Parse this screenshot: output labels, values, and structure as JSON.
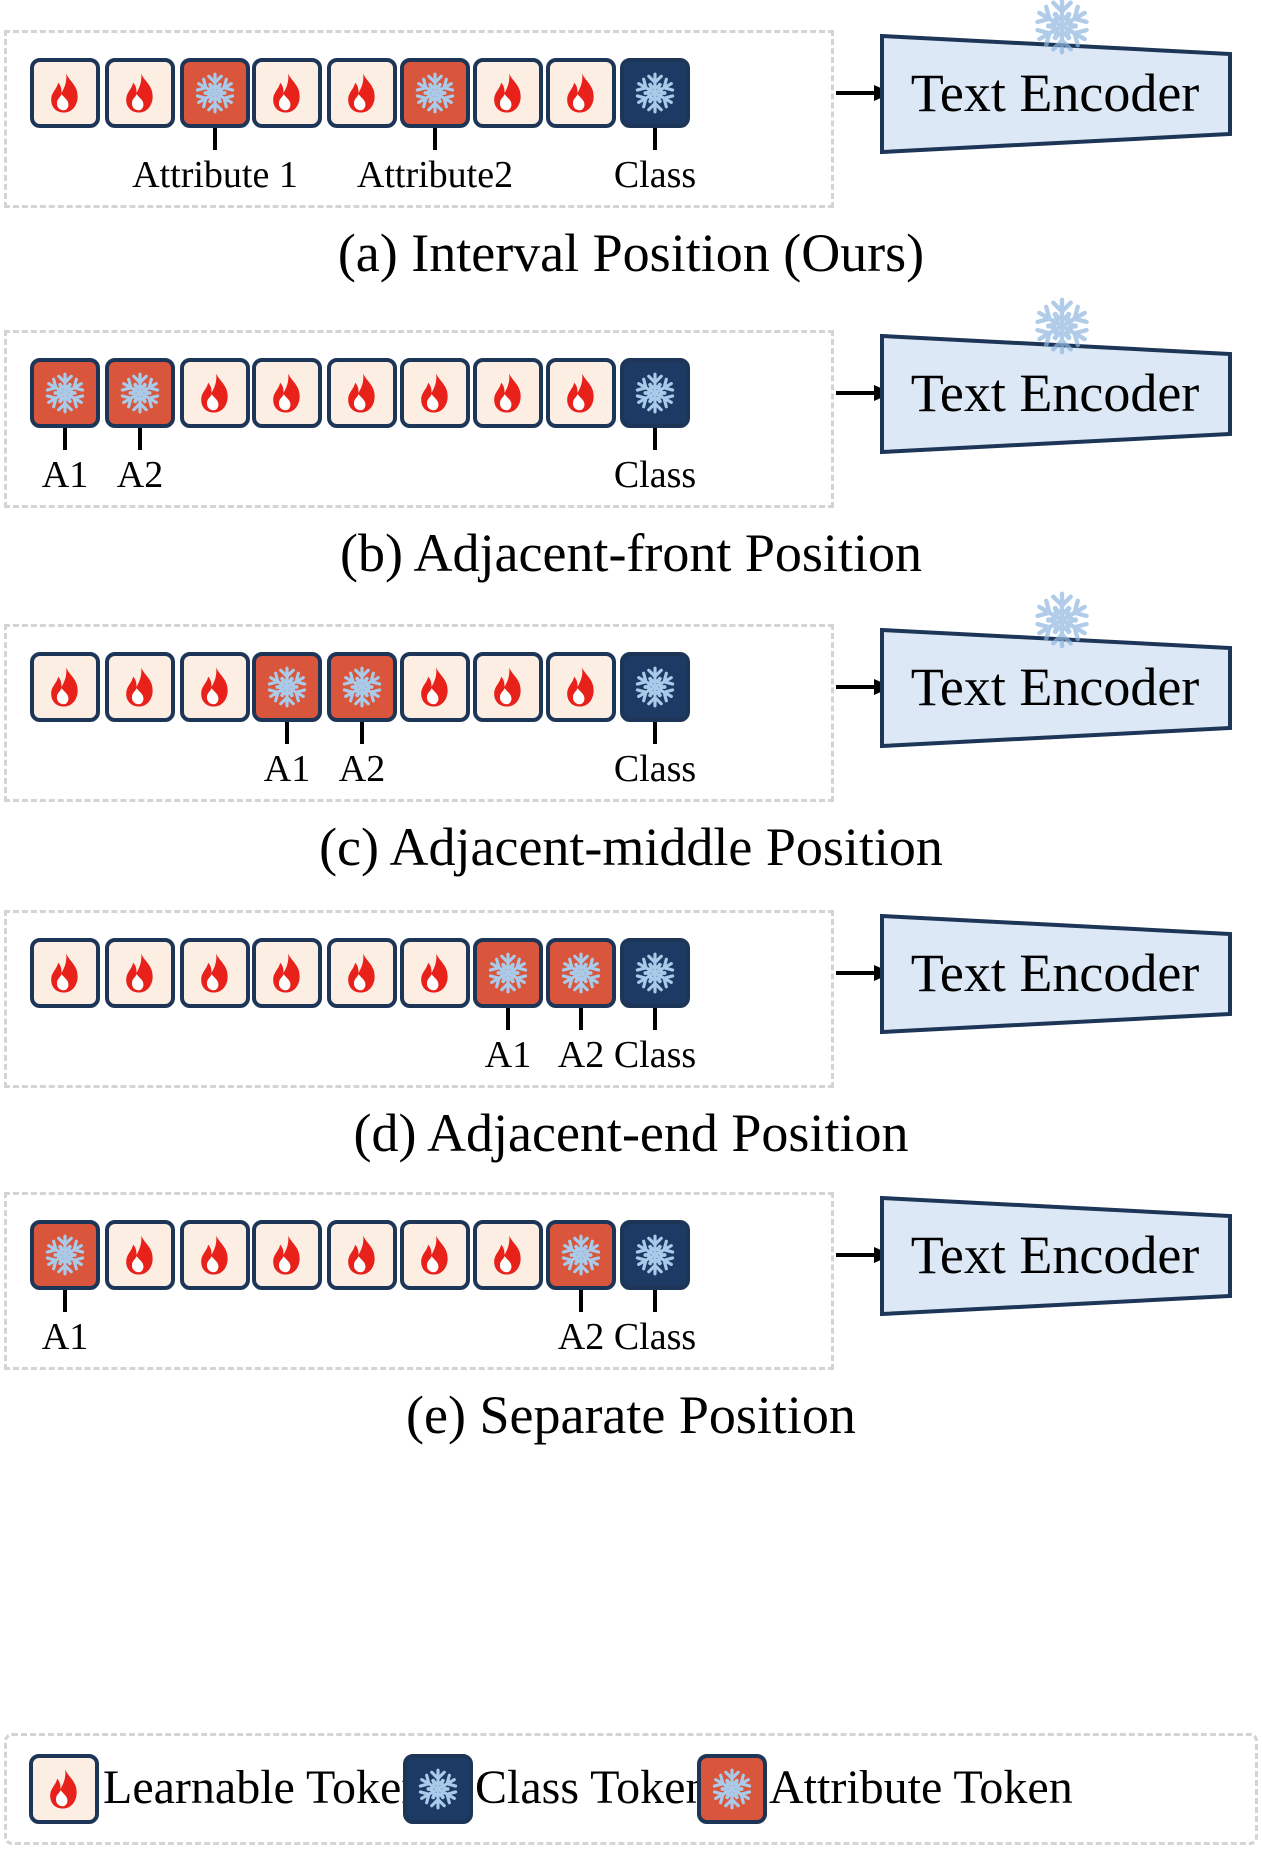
{
  "encoder_label": "Text Encoder",
  "panels": [
    {
      "caption": "(a) Interval Position (Ours)",
      "tokens": [
        "learnable",
        "learnable",
        "attribute",
        "learnable",
        "learnable",
        "attribute",
        "learnable",
        "learnable",
        "class"
      ],
      "labels": [
        {
          "index": 2,
          "text": "Attribute 1"
        },
        {
          "index": 5,
          "text": "Attribute2"
        },
        {
          "index": 8,
          "text": "Class"
        }
      ],
      "encoder_frozen": true
    },
    {
      "caption": "(b) Adjacent-front Position",
      "tokens": [
        "attribute",
        "attribute",
        "learnable",
        "learnable",
        "learnable",
        "learnable",
        "learnable",
        "learnable",
        "class"
      ],
      "labels": [
        {
          "index": 0,
          "text": "A1"
        },
        {
          "index": 1,
          "text": "A2"
        },
        {
          "index": 8,
          "text": "Class"
        }
      ],
      "encoder_frozen": true
    },
    {
      "caption": "(c) Adjacent-middle Position",
      "tokens": [
        "learnable",
        "learnable",
        "learnable",
        "attribute",
        "attribute",
        "learnable",
        "learnable",
        "learnable",
        "class"
      ],
      "labels": [
        {
          "index": 3,
          "text": "A1"
        },
        {
          "index": 4,
          "text": "A2"
        },
        {
          "index": 8,
          "text": "Class"
        }
      ],
      "encoder_frozen": true
    },
    {
      "caption": "(d) Adjacent-end Position",
      "tokens": [
        "learnable",
        "learnable",
        "learnable",
        "learnable",
        "learnable",
        "learnable",
        "attribute",
        "attribute",
        "class"
      ],
      "labels": [
        {
          "index": 6,
          "text": "A1"
        },
        {
          "index": 7,
          "text": "A2"
        },
        {
          "index": 8,
          "text": "Class"
        }
      ],
      "encoder_frozen": false
    },
    {
      "caption": "(e) Separate Position",
      "tokens": [
        "attribute",
        "learnable",
        "learnable",
        "learnable",
        "learnable",
        "learnable",
        "learnable",
        "attribute",
        "class"
      ],
      "labels": [
        {
          "index": 0,
          "text": "A1"
        },
        {
          "index": 7,
          "text": "A2"
        },
        {
          "index": 8,
          "text": "Class"
        }
      ],
      "encoder_frozen": false
    }
  ],
  "legend": {
    "learnable": "Learnable Token",
    "class": "Class Token",
    "attribute": "Attribute Token"
  },
  "colors": {
    "learnable_fill": "#fdeee4",
    "attribute_fill": "#d9553c",
    "class_fill": "#1c3a63",
    "token_border": "#1d3557",
    "flame": "#e8211b",
    "snowflake": "#a9cbe9",
    "encoder_fill": "#dce8f5"
  },
  "icons": {
    "learnable": "flame-icon",
    "frozen": "snowflake-icon"
  }
}
